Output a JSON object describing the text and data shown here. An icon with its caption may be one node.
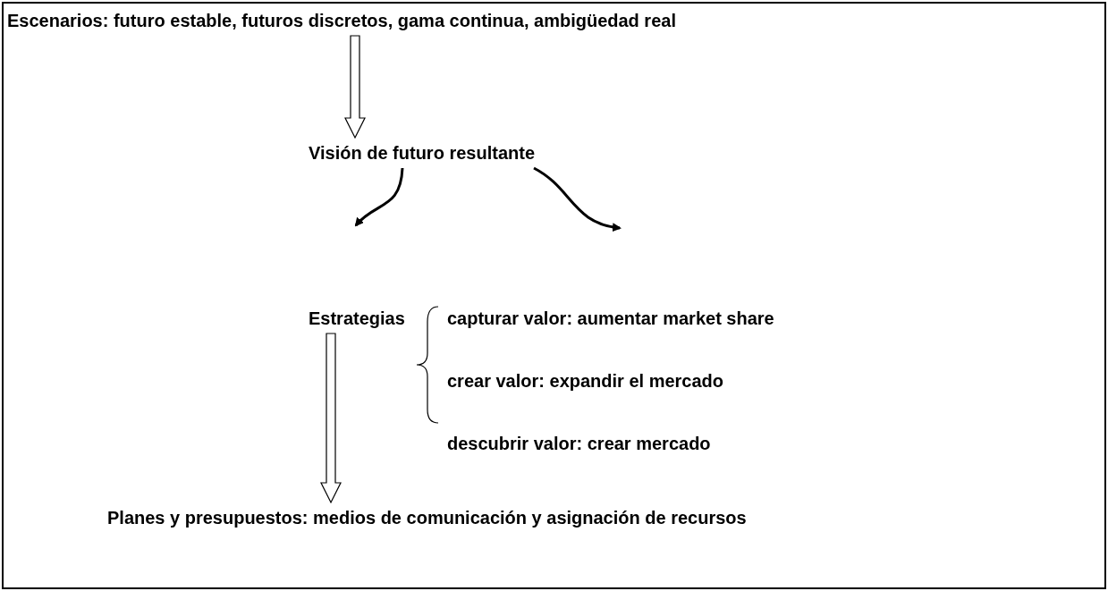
{
  "diagram": {
    "nodes": [
      {
        "text": [
          "Escenarios: futuro estable, futuros discretos, gama continua, ambigüedad real"
        ]
      },
      {
        "text": [
          "Visión de futuro resultante"
        ]
      },
      {
        "text": [
          "Estrategias"
        ]
      },
      {
        "text": [
          "capturar valor: aumentar market share"
        ]
      },
      {
        "text": [
          "crear valor: expandir el mercado"
        ]
      },
      {
        "text": [
          "descubrir valor: crear mercado"
        ]
      },
      {
        "text": [
          "Planes y presupuestos: medios de comunicación y asignación de recursos"
        ]
      }
    ],
    "edges": [
      {
        "from": 0,
        "to": 1,
        "arrow": "to"
      },
      {
        "from": 1,
        "to": null,
        "arrow": "to"
      },
      {
        "from": 1,
        "to": null,
        "arrow": "to"
      },
      {
        "from": 2,
        "to": 6,
        "arrow": "to"
      }
    ]
  }
}
